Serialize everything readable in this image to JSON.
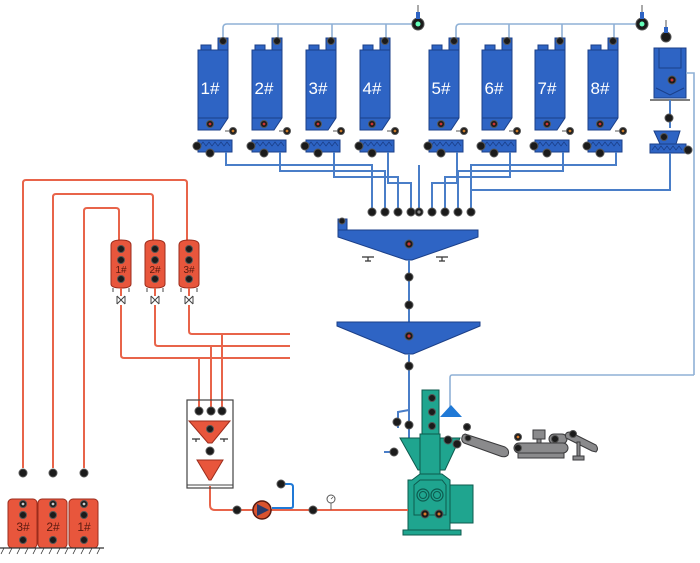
{
  "diagram": {
    "title": "Feed mill batching and pelleting process flow",
    "colors": {
      "bin_blue": "#2e64c4",
      "liquid_red": "#e8563c",
      "pelletizer_teal": "#1fa58f",
      "conveyor_gray": "#8a8a8c",
      "pipe_blue": "#4a7ec8",
      "pipe_red": "#e8644a"
    },
    "ingredient_bins": [
      {
        "id": "bin-1",
        "label": "1#"
      },
      {
        "id": "bin-2",
        "label": "2#"
      },
      {
        "id": "bin-3",
        "label": "3#"
      },
      {
        "id": "bin-4",
        "label": "4#"
      },
      {
        "id": "bin-5",
        "label": "5#"
      },
      {
        "id": "bin-6",
        "label": "6#"
      },
      {
        "id": "bin-7",
        "label": "7#"
      },
      {
        "id": "bin-8",
        "label": "8#"
      }
    ],
    "liquid_day_tanks": [
      {
        "id": "day-tank-1",
        "label": "1#"
      },
      {
        "id": "day-tank-2",
        "label": "2#"
      },
      {
        "id": "day-tank-3",
        "label": "3#"
      }
    ],
    "liquid_storage_tanks": [
      {
        "id": "storage-tank-3",
        "label": "3#"
      },
      {
        "id": "storage-tank-2",
        "label": "2#"
      },
      {
        "id": "storage-tank-1",
        "label": "1#"
      }
    ],
    "equipment": {
      "micro_dosing_bin": "micro-ingredient hopper",
      "batching_scale": "batching scale hopper",
      "mixer_hopper": "surge hopper",
      "liquid_scale": "liquid scale",
      "liquid_buffer": "liquid buffer hopper",
      "pump": "liquid pump",
      "pellet_mill": "pellet mill",
      "conveyor": "belt conveyor"
    }
  }
}
